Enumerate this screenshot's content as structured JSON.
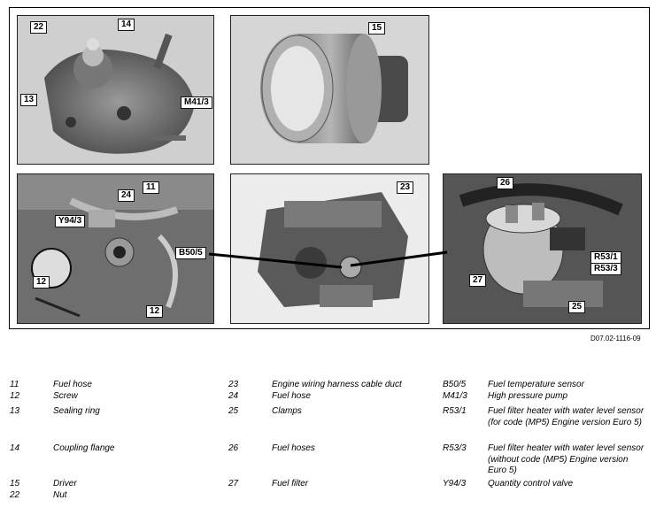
{
  "photos": {
    "pump_callouts": [
      "22",
      "14",
      "13",
      "M41/3"
    ],
    "driver_callouts": [
      "15"
    ],
    "engine_bay_callouts": [
      "24",
      "11",
      "Y94/3",
      "B50/5",
      "12",
      "12"
    ],
    "engine_callouts": [
      "23"
    ],
    "filter_callouts": [
      "26",
      "R53/1",
      "R53/3",
      "27",
      "25"
    ]
  },
  "figure_code": "D07.02-1116-09",
  "legend": {
    "col1": [
      {
        "code": "11",
        "text": "Fuel hose"
      },
      {
        "code": "12",
        "text": "Screw"
      },
      {
        "code": "13",
        "text": "Sealing ring"
      },
      {
        "code": "14",
        "text": "Coupling flange"
      },
      {
        "code": "15",
        "text": "Driver"
      },
      {
        "code": "22",
        "text": "Nut"
      }
    ],
    "col2": [
      {
        "code": "23",
        "text": "Engine wiring harness cable duct"
      },
      {
        "code": "24",
        "text": "Fuel hose"
      },
      {
        "code": "25",
        "text": "Clamps"
      },
      {
        "code": "26",
        "text": "Fuel hoses"
      },
      {
        "code": "27",
        "text": "Fuel filter"
      }
    ],
    "col3": [
      {
        "code": "B50/5",
        "text": "Fuel temperature sensor"
      },
      {
        "code": "M41/3",
        "text": "High pressure pump"
      },
      {
        "code": "R53/1",
        "text": "Fuel filter heater with water level sensor (for code (MP5) Engine version Euro 5)"
      },
      {
        "code": "R53/3",
        "text": "Fuel filter heater with water level sensor (without code (MP5) Engine version Euro 5)"
      },
      {
        "code": "Y94/3",
        "text": "Quantity control valve"
      }
    ]
  }
}
